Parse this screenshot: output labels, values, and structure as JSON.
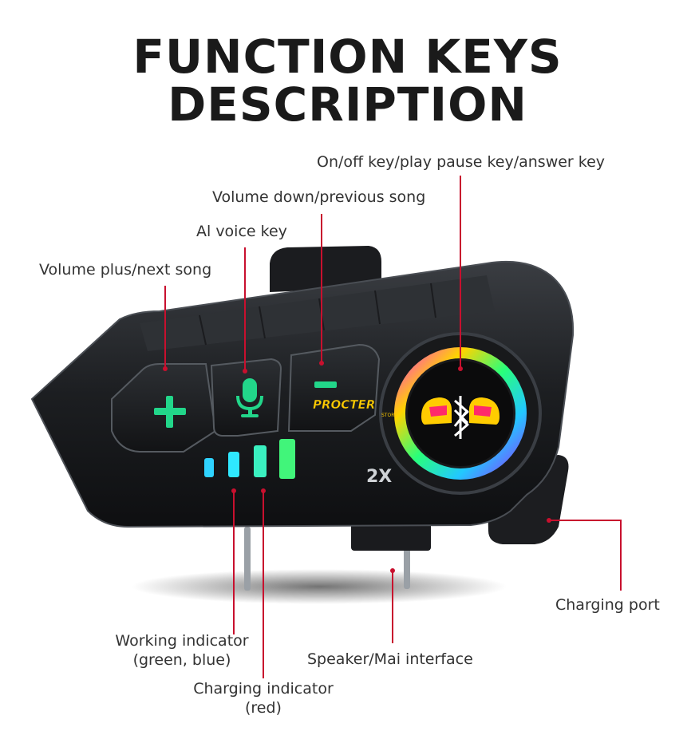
{
  "title": {
    "line1": "FUNCTION KEYS",
    "line2": "DESCRIPTION"
  },
  "device": {
    "brand": "PROCTER",
    "brand_sub": "STORE",
    "model": "2X",
    "accent": "#c8102e"
  },
  "labels": {
    "onoff": "On/off key/play pause key/answer key",
    "voldown": "Volume down/previous song",
    "ai": "Al voice key",
    "volplus": "Volume plus/next song",
    "charging_port": "Charging port",
    "working_1": "Working indicator",
    "working_2": "(green, blue)",
    "speaker": "Speaker/Mai interface",
    "charging_ind_1": "Charging indicator",
    "charging_ind_2": "(red)"
  },
  "icons": [
    "plus-icon",
    "microphone-icon",
    "minus-icon",
    "bluetooth-icon",
    "helmet-icon"
  ]
}
